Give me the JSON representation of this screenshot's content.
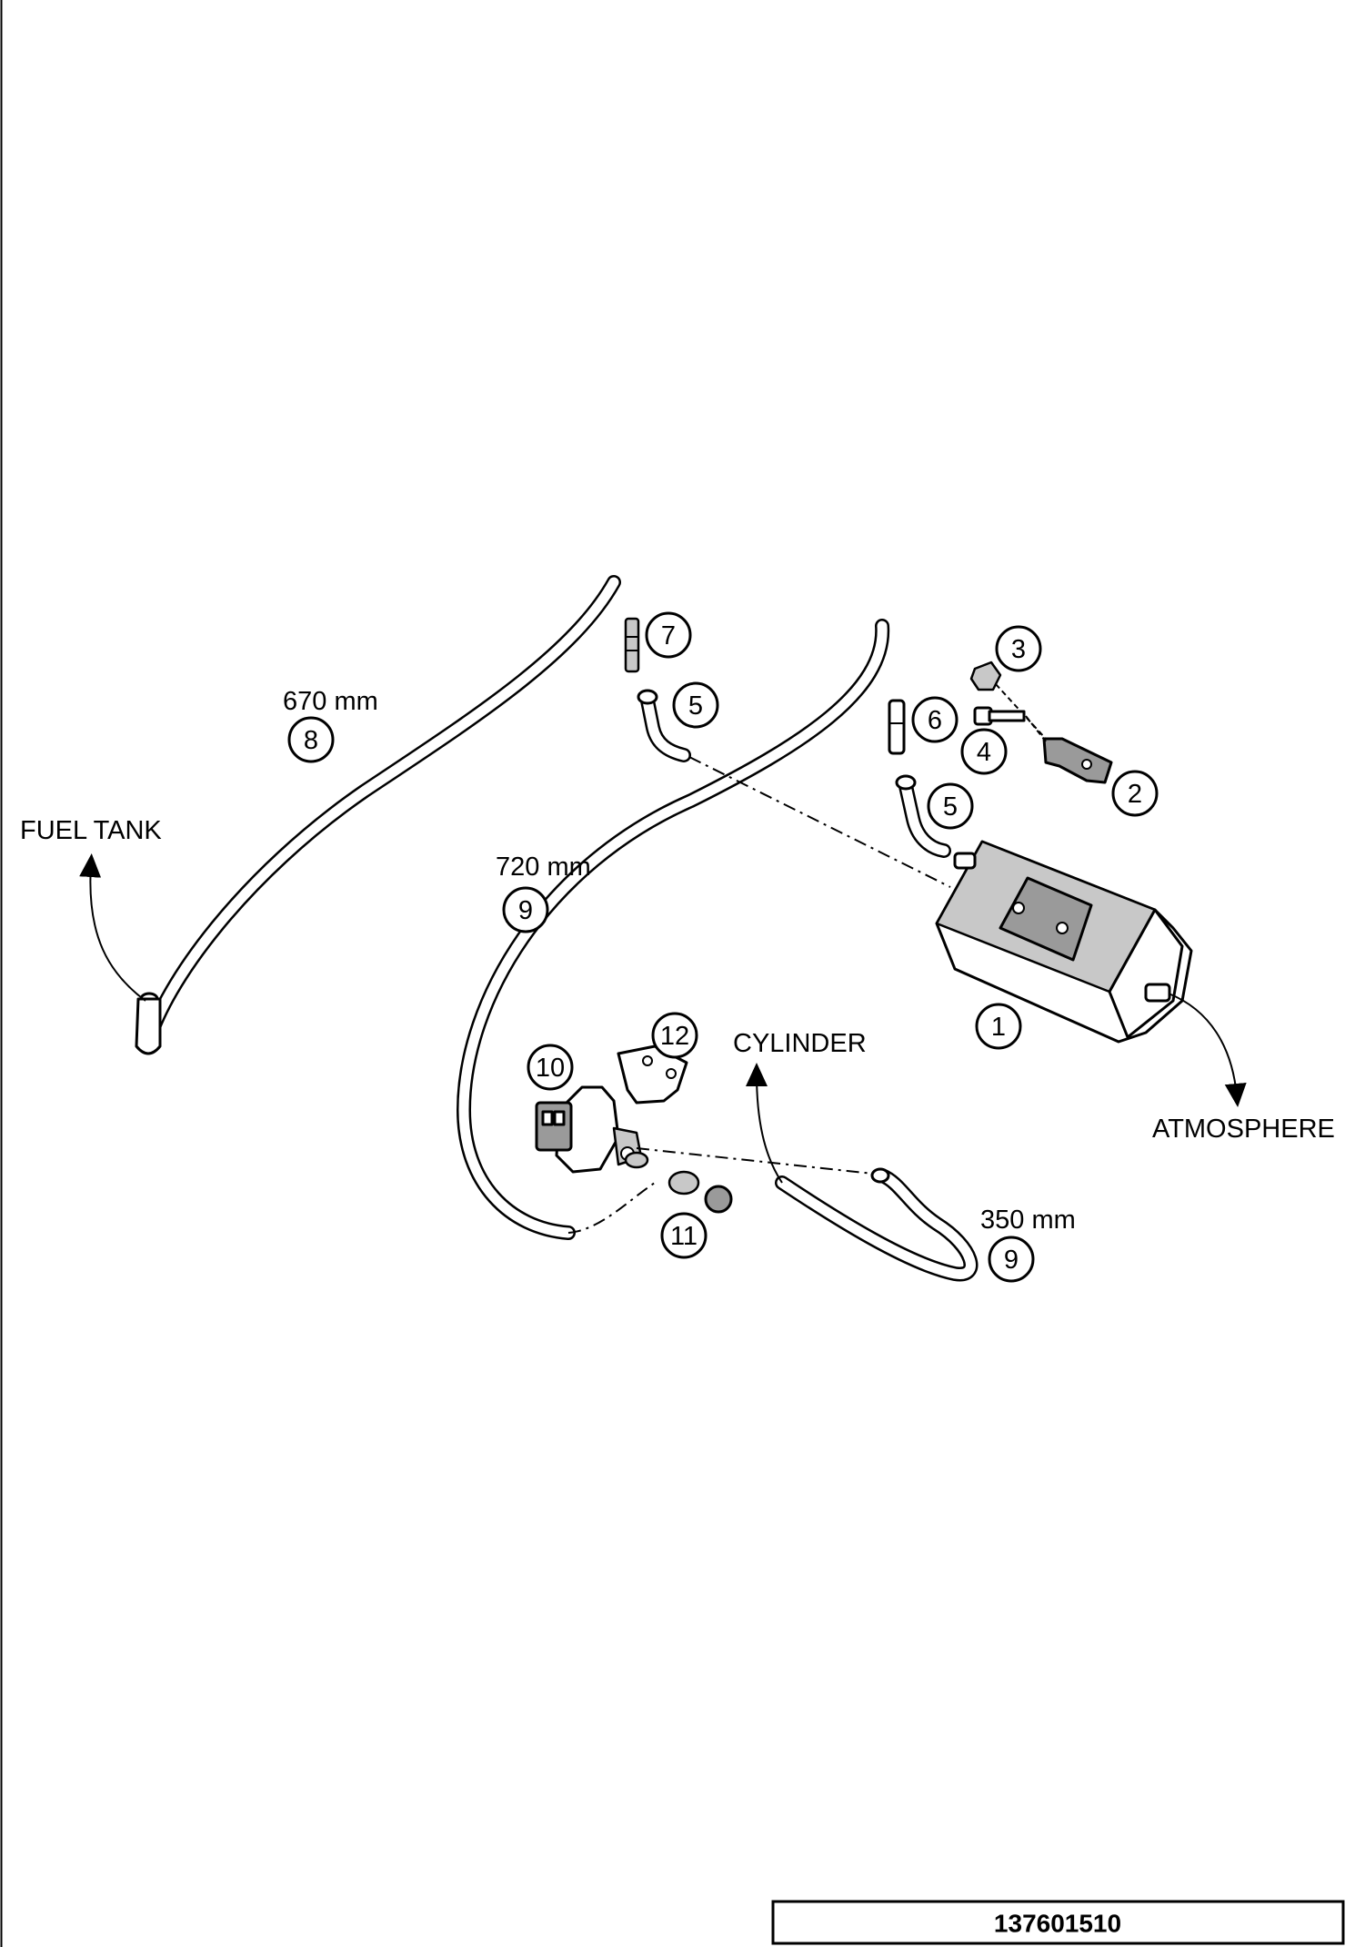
{
  "labels": {
    "fuel_tank": "FUEL TANK",
    "cylinder": "CYLINDER",
    "atmosphere": "ATMOSPHERE"
  },
  "dimensions": {
    "hose_670": "670 mm",
    "hose_720": "720 mm",
    "hose_350": "350 mm"
  },
  "callouts": [
    {
      "number": "1"
    },
    {
      "number": "2"
    },
    {
      "number": "3"
    },
    {
      "number": "4"
    },
    {
      "number": "5"
    },
    {
      "number": "5"
    },
    {
      "number": "6"
    },
    {
      "number": "7"
    },
    {
      "number": "8"
    },
    {
      "number": "9"
    },
    {
      "number": "9"
    },
    {
      "number": "10"
    },
    {
      "number": "11"
    },
    {
      "number": "12"
    }
  ],
  "document_number": "137601510"
}
